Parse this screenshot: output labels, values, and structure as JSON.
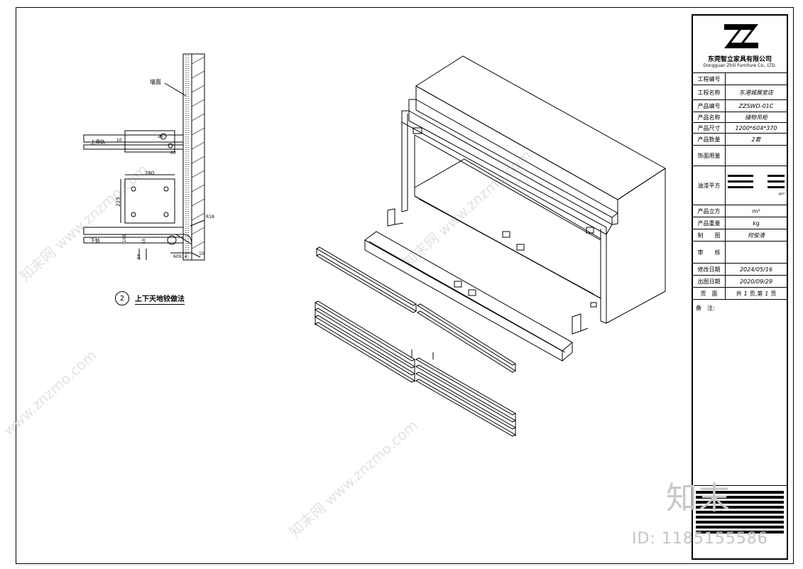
{
  "detail_labels": {
    "wall": "墙面",
    "upper_rail": "上滑轨",
    "lower_rail": "下轨",
    "dim_top_10": "10",
    "dim_top_26": "26",
    "dim_top_60": "60",
    "dim_280": "280",
    "dim_225": "225",
    "dim_100": "100",
    "dim_10b": "10",
    "dim_34": "34",
    "dim_r18": "R18",
    "dim_bottom": "60X14",
    "dim_s": "10"
  },
  "caption": {
    "number": "2",
    "text": "上下天地铰做法"
  },
  "title_block": {
    "company_cn": "东莞智立家具有限公司",
    "company_en": "Dongguan Zhili Furniture Co., LTD.",
    "rows": [
      {
        "label": "工程编号",
        "value": ""
      },
      {
        "label": "工程名称",
        "value": "东港城展室店"
      },
      {
        "label": "产品编号",
        "value": "ZZSWD-01C"
      },
      {
        "label": "产品名称",
        "value": "储物吊柜"
      },
      {
        "label": "产品尺寸",
        "value": "1200*604*370"
      },
      {
        "label": "产品数量",
        "value": "2套"
      },
      {
        "label": "饰面用量",
        "value": ""
      }
    ],
    "area_label": "油漆平方",
    "area_unit": "m²",
    "cube_label": "产品立方",
    "cube_unit": "m³",
    "weight_label": "产品重量",
    "weight_unit": "kg",
    "drawn_label": "制　　图",
    "drawn_value": "何俊清",
    "check_label": "审　　核",
    "check_value": "",
    "modify_label": "修改日期",
    "modify_value": "2024/05/16",
    "issue_label": "出图日期",
    "issue_value": "2020/09/29",
    "pages_label": "页　面",
    "pages_total_prefix": "共",
    "pages_total": "1",
    "pages_mid": "页,第",
    "pages_current": "1",
    "pages_suffix": "页",
    "remark_label": "备　注:"
  },
  "watermark": {
    "brand_cn": "知末",
    "id_text": "ID: 1185155586",
    "site": "www.znzmo.com",
    "site_cn": "知末网"
  }
}
